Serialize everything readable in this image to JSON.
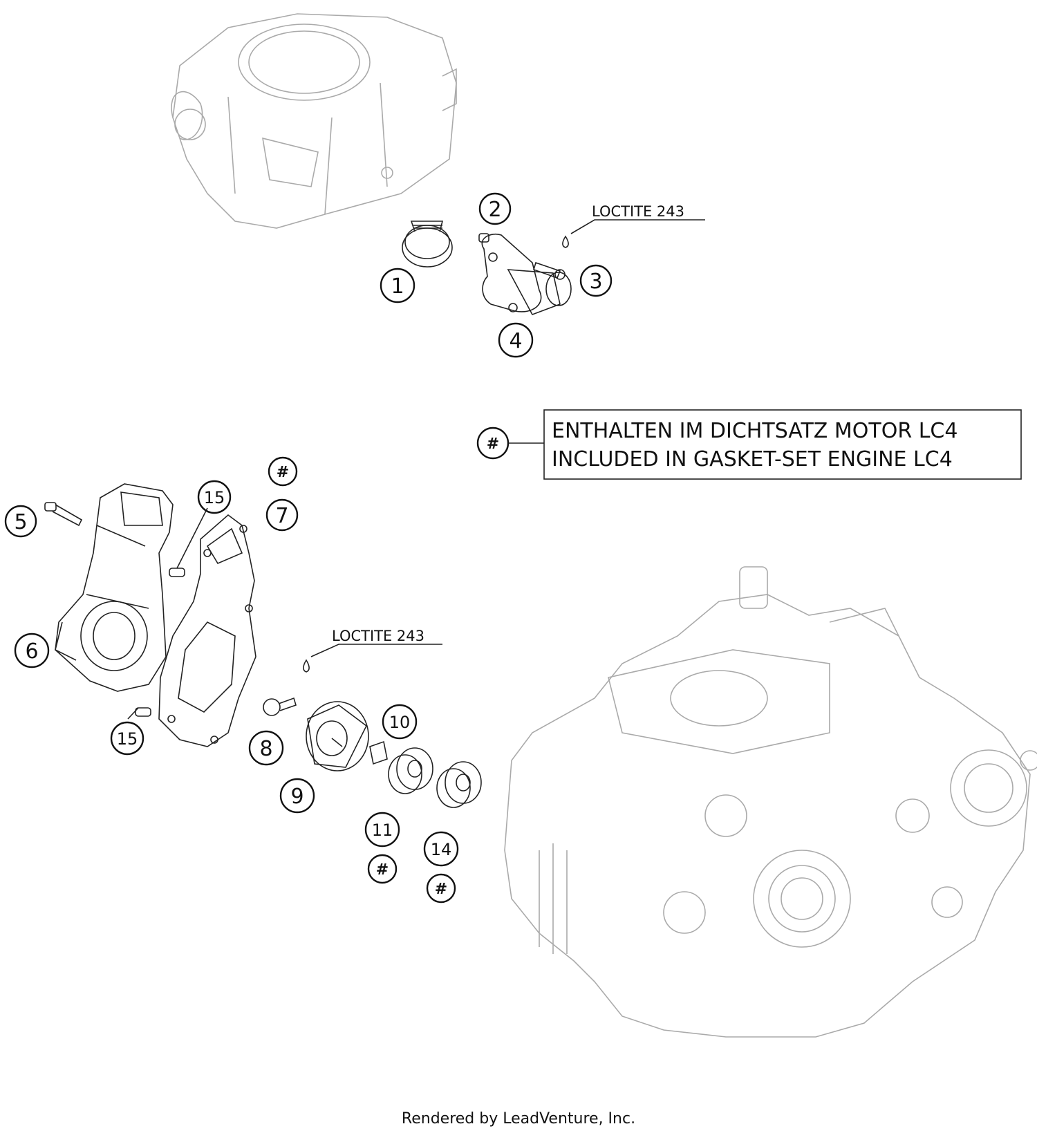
{
  "callouts": [
    {
      "id": "c1",
      "label": "1"
    },
    {
      "id": "c2",
      "label": "2"
    },
    {
      "id": "c3",
      "label": "3"
    },
    {
      "id": "c4",
      "label": "4"
    },
    {
      "id": "c5",
      "label": "5"
    },
    {
      "id": "c6",
      "label": "6"
    },
    {
      "id": "c7",
      "label": "7"
    },
    {
      "id": "c8",
      "label": "8"
    },
    {
      "id": "c9",
      "label": "9"
    },
    {
      "id": "c10",
      "label": "10"
    },
    {
      "id": "c11",
      "label": "11"
    },
    {
      "id": "c14",
      "label": "14"
    },
    {
      "id": "c15a",
      "label": "15"
    },
    {
      "id": "c15b",
      "label": "15"
    }
  ],
  "hash_symbol": "#",
  "notes": {
    "loctite_top": "LOCTITE 243",
    "loctite_mid": "LOCTITE 243"
  },
  "legend": {
    "symbol": "#",
    "line1": "ENTHALTEN IM DICHTSATZ MOTOR LC4",
    "line2": "INCLUDED IN GASKET-SET ENGINE LC4"
  },
  "footer": "Rendered by LeadVenture, Inc."
}
